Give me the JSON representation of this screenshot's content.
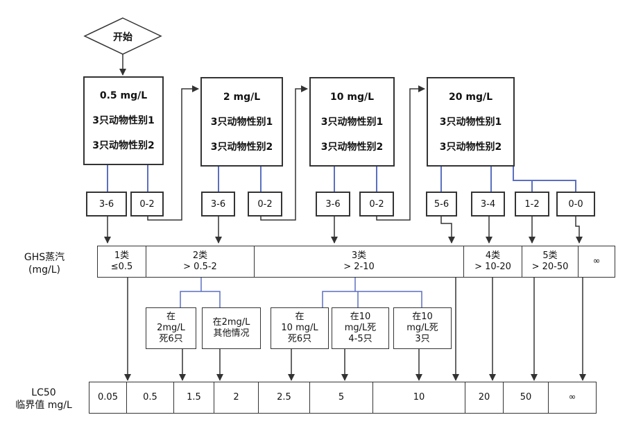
{
  "start": {
    "label": "开始"
  },
  "doses": [
    {
      "title": "0.5 mg/L",
      "line1": "3只动物性别1",
      "line2": "3只动物性别2"
    },
    {
      "title": "2 mg/L",
      "line1": "3只动物性别1",
      "line2": "3只动物性别2"
    },
    {
      "title": "10 mg/L",
      "line1": "3只动物性别1",
      "line2": "3只动物性别2"
    },
    {
      "title": "20 mg/L",
      "line1": "3只动物性别1",
      "line2": "3只动物性别2"
    }
  ],
  "outcomes": [
    "3-6",
    "0-2",
    "3-6",
    "0-2",
    "3-6",
    "0-2",
    "5-6",
    "3-4",
    "1-2",
    "0-0"
  ],
  "ghs": {
    "label": "GHS蒸汽\n(mg/L)",
    "categories": [
      "1类\n≤0.5",
      "2类\n> 0.5-2",
      "3类\n> 2-10",
      "4类\n> 10-20",
      "5类\n> 20-50",
      "∞"
    ]
  },
  "subconditions": [
    "在\n2mg/L\n死6只",
    "在2mg/L\n其他情况",
    "在\n10 mg/L\n死6只",
    "在10\nmg/L死\n4-5只",
    "在10\nmg/L死\n3只"
  ],
  "lc50": {
    "label": "LC50\n临界值 mg/L",
    "values": [
      "0.05",
      "0.5",
      "1.5",
      "2",
      "2.5",
      "5",
      "10",
      "20",
      "50",
      "∞"
    ]
  },
  "colors": {
    "connector_blue": "#5a6fc0",
    "line": "#333333"
  }
}
